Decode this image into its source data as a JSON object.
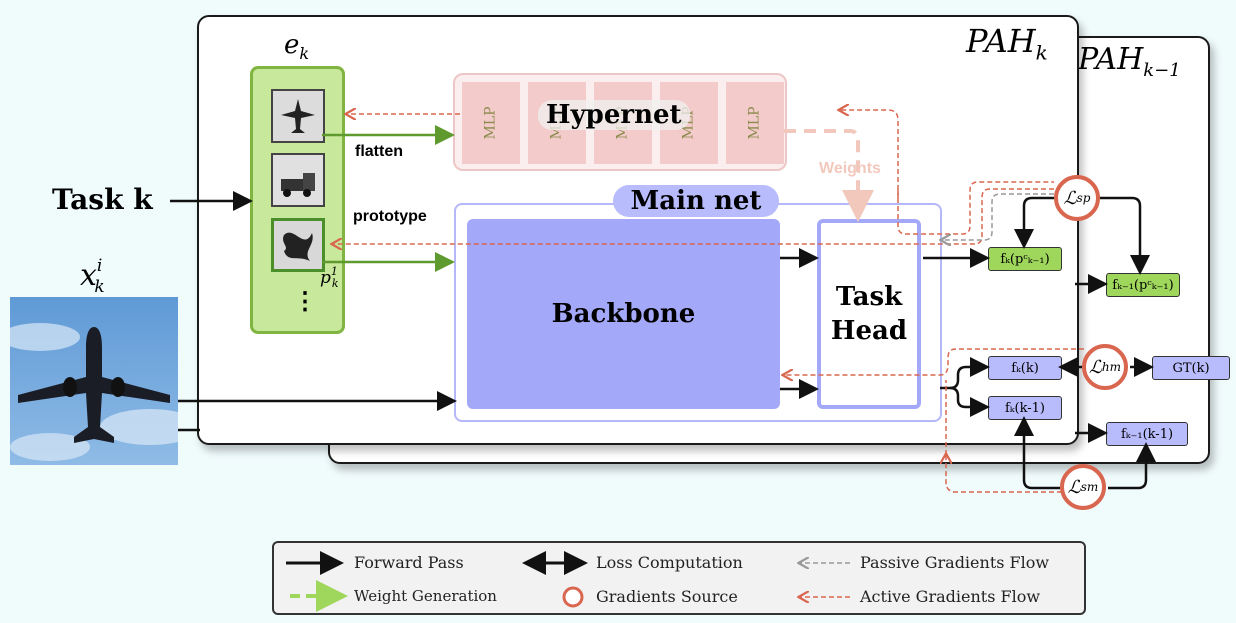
{
  "labels": {
    "pah_k": "PAH",
    "pah_k_sub": "k",
    "pah_km1": "PAH",
    "pah_km1_sub": "k−1",
    "e_k": "e",
    "e_k_sub": "k",
    "task_k": "Task k",
    "x_k": "x",
    "x_k_sup": "i",
    "x_k_sub": "k",
    "hypernet": "Hypernet",
    "mlp": "MLP",
    "flatten": "flatten",
    "prototype": "prototype",
    "weights": "Weights",
    "main_net": "Main net",
    "backbone": "Backbone",
    "task_head_1": "Task",
    "task_head_2": "Head",
    "p_k": "p",
    "p_k_sup": "1",
    "p_k_sub": "k",
    "dots": "⋮"
  },
  "nodes": {
    "fk_p": "fₖ(pᶜₖ₋₁)",
    "fkm1_p": "fₖ₋₁(pᶜₖ₋₁)",
    "fk_k": "fₖ(k)",
    "fk_km1": "fₖ(k-1)",
    "fkm1_km1": "fₖ₋₁(k-1)",
    "gt_k": "GT(k)"
  },
  "losses": {
    "sp": "ℒ",
    "sp_sub": "sp",
    "hm": "ℒ",
    "hm_sub": "hm",
    "sm": "ℒ",
    "sm_sub": "sm"
  },
  "legend": {
    "forward": "Forward Pass",
    "loss": "Loss Computation",
    "passive": "Passive Gradients Flow",
    "weight": "Weight Generation",
    "source": "Gradients Source",
    "active": "Active Gradients Flow"
  },
  "colors": {
    "active_gradient": "#d9664f",
    "passive_gradient": "#999999",
    "weight_generation": "#9fd65c",
    "main_net": "#a4a8f8",
    "prototype_box": "#c8e89c",
    "mlp": "#f3cbcb"
  }
}
